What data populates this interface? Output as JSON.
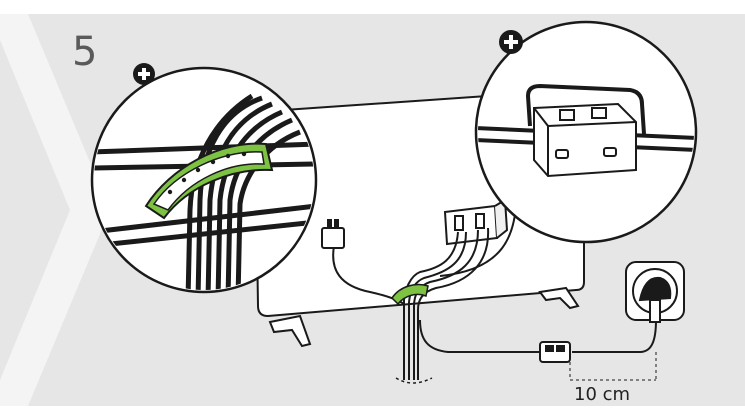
{
  "step": {
    "number": "5"
  },
  "measurement": {
    "label": "10 cm"
  },
  "callouts": [
    {
      "icon": "plus-icon",
      "detail": "cable-tie"
    },
    {
      "icon": "plus-icon",
      "detail": "ferrite-core"
    }
  ],
  "colors": {
    "background_band": "#e6e6e6",
    "chevron": "#f4f4f4",
    "accent_green": "#7dc242",
    "line": "#1a1a1a",
    "fill": "#ffffff"
  }
}
